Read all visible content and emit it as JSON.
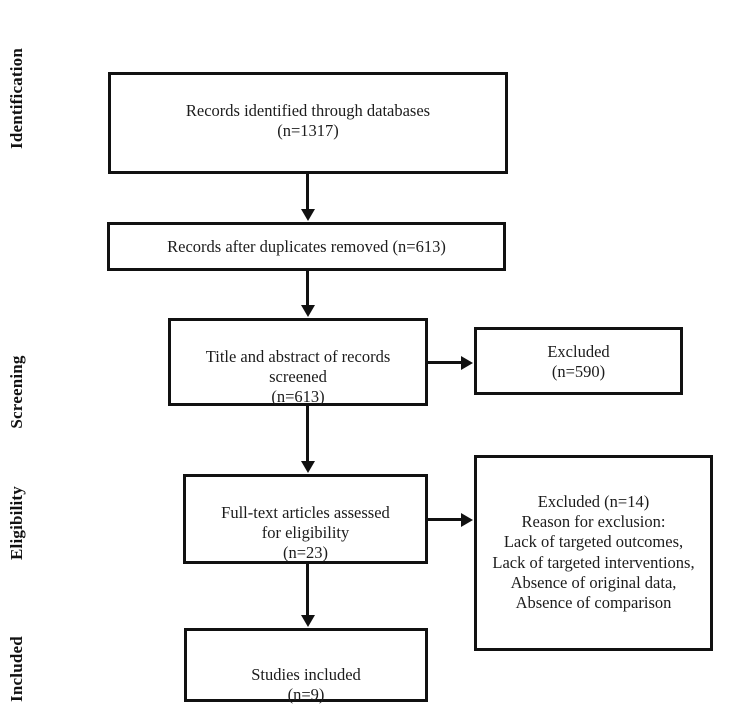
{
  "diagram": {
    "type": "prisma-flow-diagram",
    "stages": [
      {
        "id": "identification",
        "label": "Identification"
      },
      {
        "id": "screening",
        "label": "Screening"
      },
      {
        "id": "eligibility",
        "label": "Eligibility"
      },
      {
        "id": "included",
        "label": "Included"
      }
    ],
    "boxes": [
      {
        "id": "records-identified",
        "text": "Records identified through databases\n(n=1317)",
        "count": 1317
      },
      {
        "id": "records-after-duplicates",
        "text": "Records after duplicates removed (n=613)",
        "count": 613
      },
      {
        "id": "records-screened",
        "text": "Title and abstract of records\nscreened\n(n=613)",
        "count": 613
      },
      {
        "id": "excluded-screening",
        "text": "Excluded\n(n=590)",
        "count": 590
      },
      {
        "id": "full-text-assessed",
        "text": "Full-text articles assessed\nfor eligibility\n(n=23)",
        "count": 23
      },
      {
        "id": "excluded-eligibility",
        "text": "Excluded (n=14)\nReason for exclusion:\nLack of targeted outcomes,\nLack of targeted interventions,\nAbsence of original data,\nAbsence of comparison",
        "count": 14
      },
      {
        "id": "studies-included",
        "text": "Studies included\n(n=9)",
        "count": 9
      }
    ],
    "colors": {
      "line": "#111111",
      "text": "#1c1c1c",
      "background": "#ffffff"
    }
  }
}
